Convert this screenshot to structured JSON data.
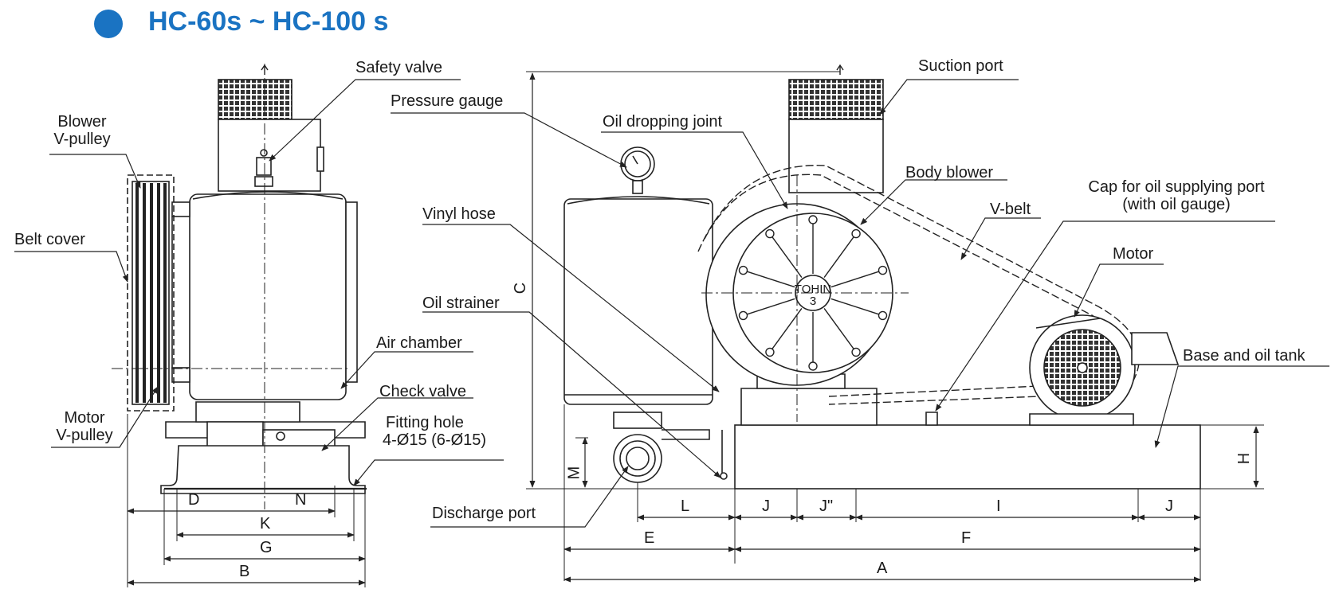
{
  "title": "HC-60s ~ HC-100 s",
  "bullet_color": "#1a73c2",
  "labels": {
    "safety_valve": "Safety valve",
    "blower_vpulley_1": "Blower",
    "blower_vpulley_2": "V-pulley",
    "belt_cover": "Belt cover",
    "air_chamber": "Air chamber",
    "check_valve": "Check valve",
    "motor_vpulley_1": "Motor",
    "motor_vpulley_2": "V-pulley",
    "fitting_hole_1": "Fitting hole",
    "fitting_hole_2": "4-Ø15 (6-Ø15)",
    "pressure_gauge": "Pressure gauge",
    "suction_port": "Suction port",
    "oil_dropping_joint": "Oil dropping joint",
    "body_blower": "Body blower",
    "cap_oil_1": "Cap for oil supplying port",
    "cap_oil_2": "(with oil gauge)",
    "vinyl_hose": "Vinyl hose",
    "v_belt": "V-belt",
    "oil_strainer": "Oil strainer",
    "motor": "Motor",
    "base_oil_tank": "Base and oil tank",
    "discharge_port": "Discharge port",
    "nameplate_1": "TOHIN",
    "nameplate_2": "3"
  },
  "dimensions": {
    "D": "D",
    "N": "N",
    "K": "K",
    "G": "G",
    "B": "B",
    "C": "C",
    "M": "M",
    "H": "H",
    "L": "L",
    "J1": "J",
    "J2": "J\"",
    "I": "I",
    "J3": "J",
    "E": "E",
    "F": "F",
    "A": "A"
  }
}
